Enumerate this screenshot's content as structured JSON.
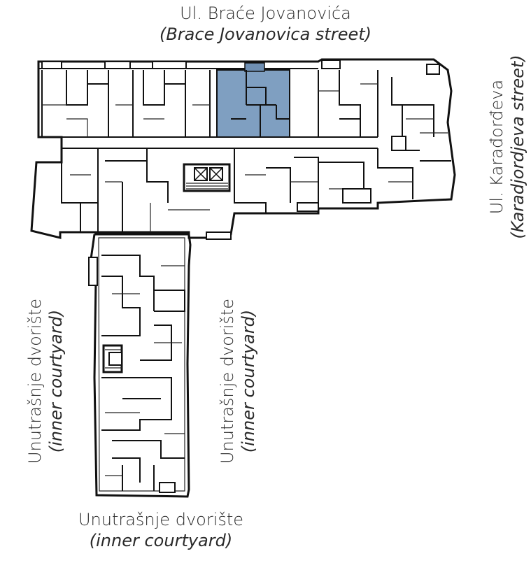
{
  "labels": {
    "street_top": {
      "name": "Ul. Braće Jovanovića",
      "translation": "(Brace Jovanovica street)"
    },
    "street_right": {
      "name": "Ul. Karađorđeva",
      "translation": "(Karadjordjeva street)"
    },
    "courtyard_left": {
      "name": "Unutrašnje dvorište",
      "translation": "(inner courtyard)"
    },
    "courtyard_mid": {
      "name": "Unutrašnje dvorište",
      "translation": "(inner courtyard)"
    },
    "courtyard_bottom": {
      "name": "Unutrašnje dvorište",
      "translation": "(inner courtyard)"
    }
  },
  "colors": {
    "highlight": "#7f9fc1",
    "highlight_dark": "#6f8fb3",
    "walls": "#111111",
    "background": "#ffffff"
  },
  "highlighted_unit": "apartment-top-center"
}
